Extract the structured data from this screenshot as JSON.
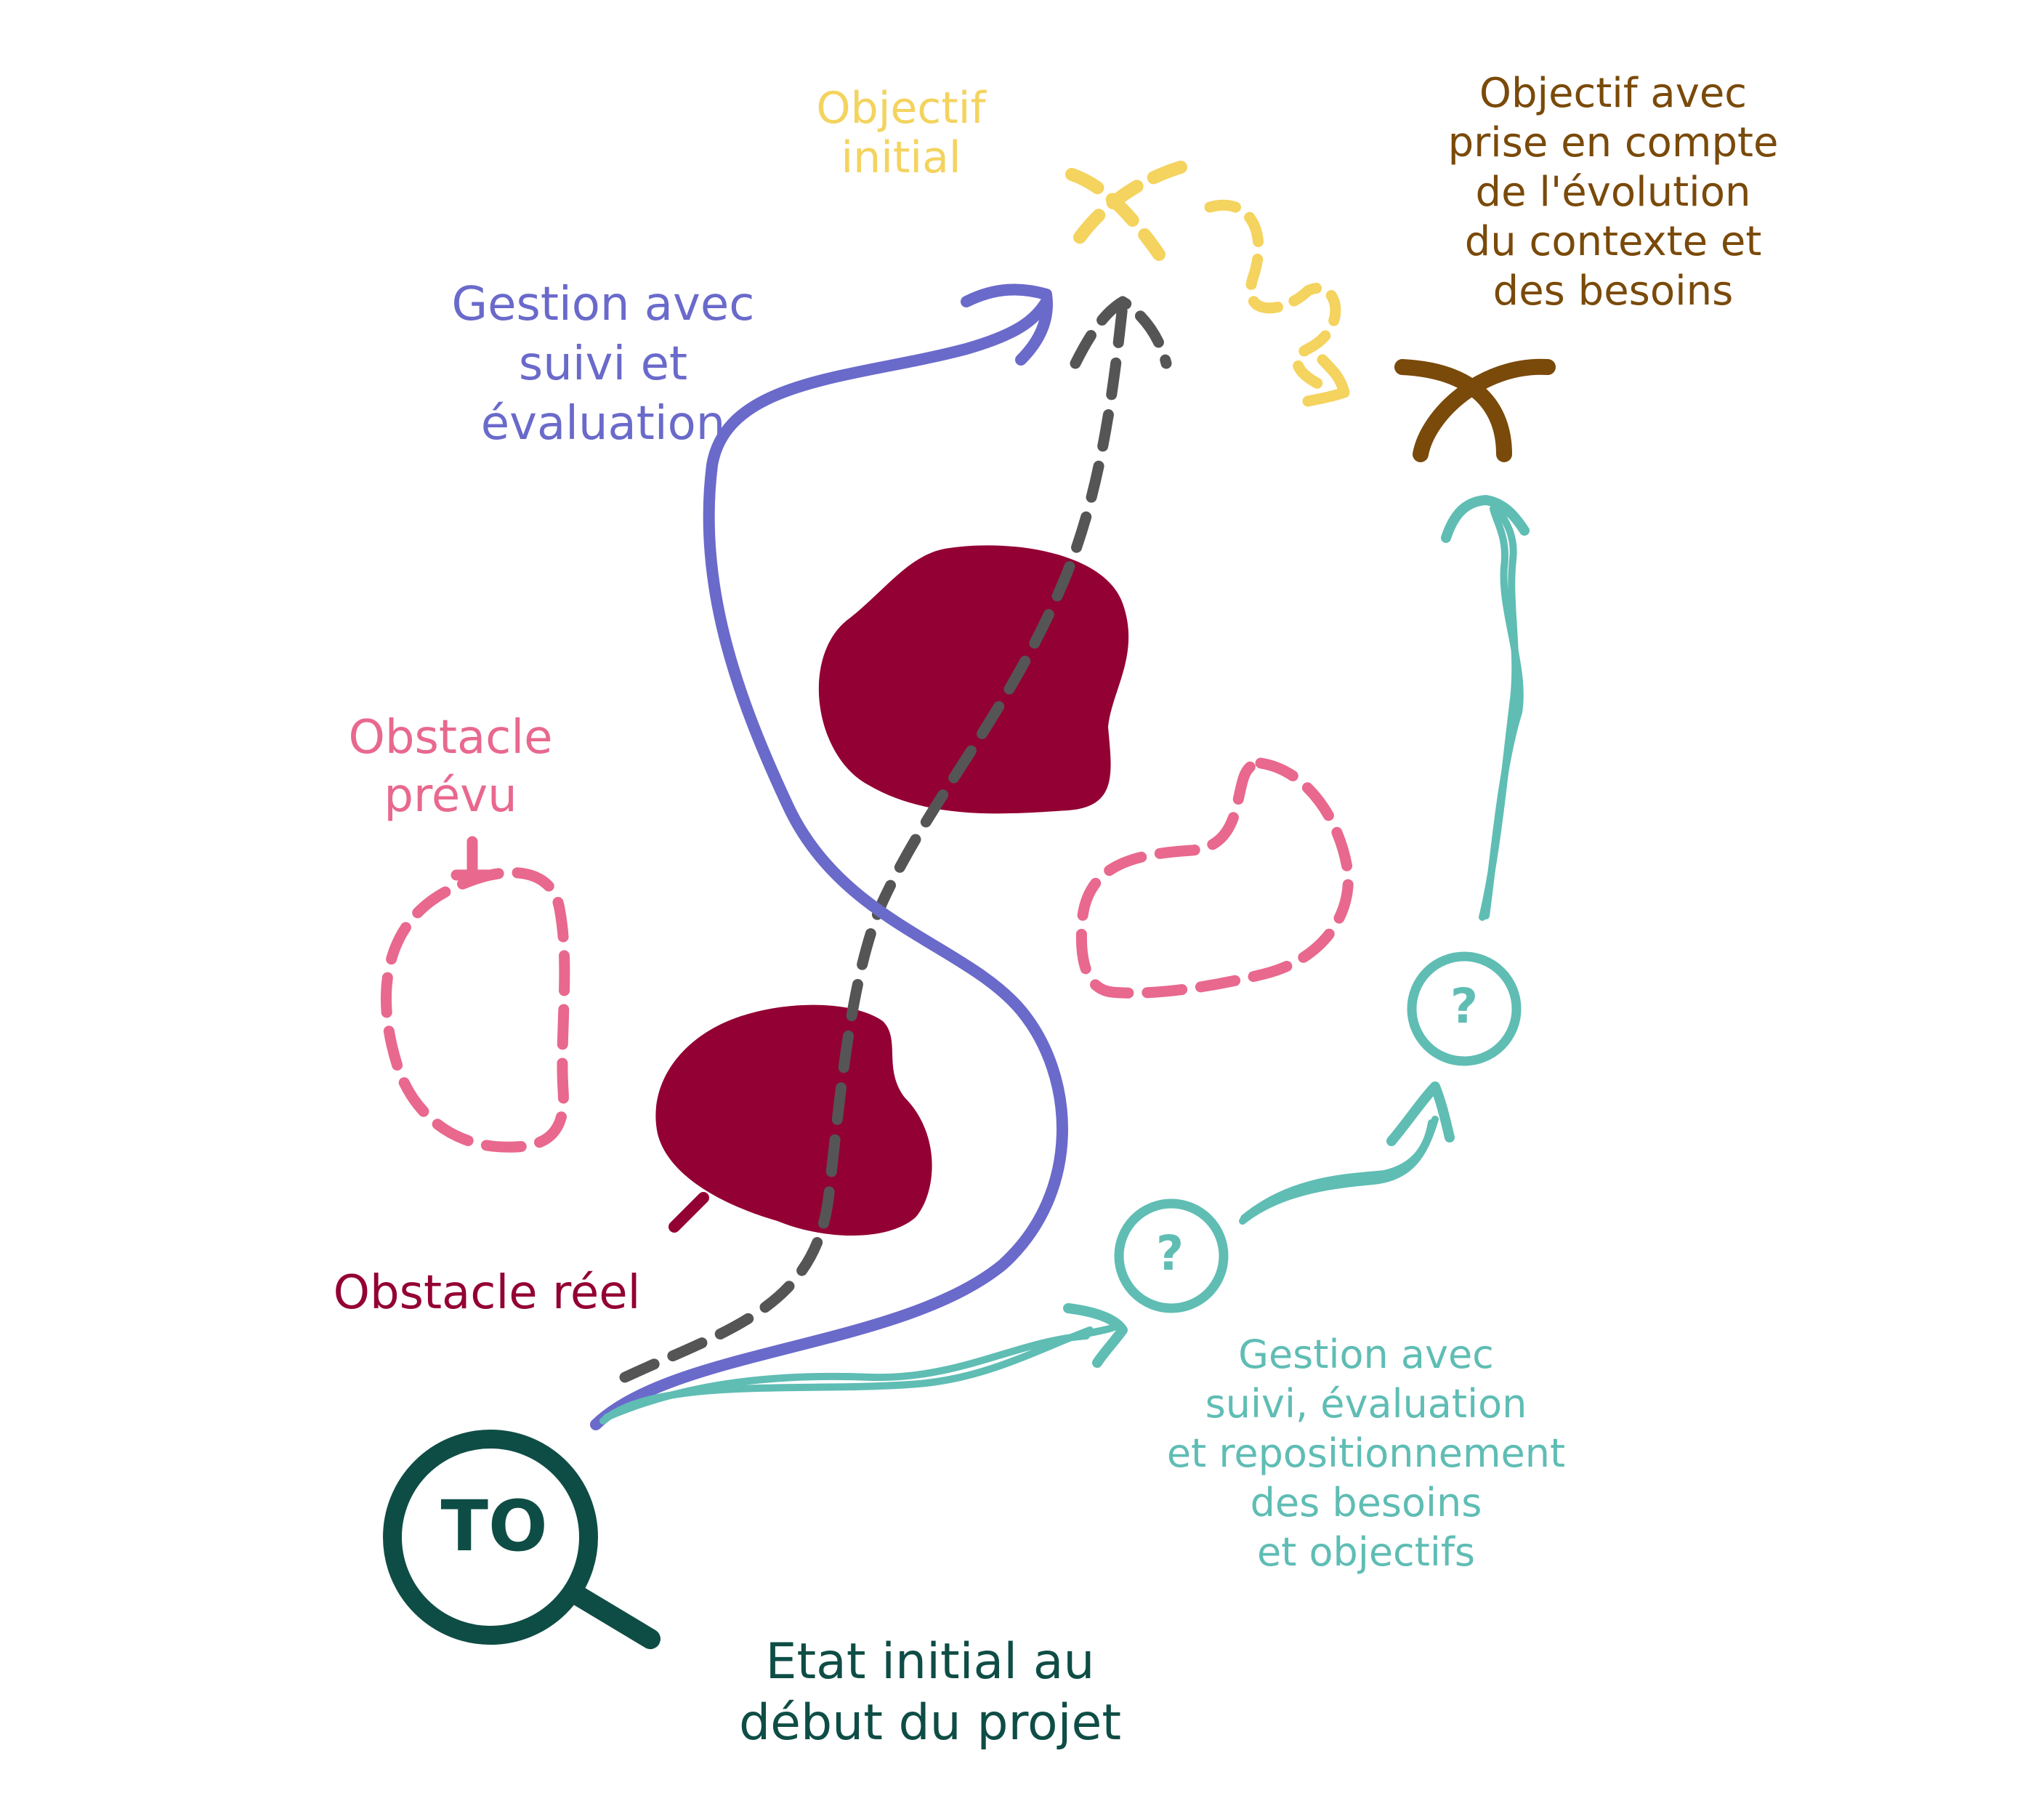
{
  "labels": {
    "initial_goal": [
      "Objectif",
      "initial"
    ],
    "evolved_goal": [
      "Objectif avec",
      "prise en compte",
      "de l'évolution",
      "du contexte et",
      "des besoins"
    ],
    "managed_path": [
      "Gestion avec",
      "suivi et",
      "évaluation"
    ],
    "planned_obstacle": [
      "Obstacle",
      "prévu"
    ],
    "real_obstacle": "Obstacle réel",
    "repositioned_path": [
      "Gestion avec",
      "suivi, évaluation",
      "et repositionnement",
      "des besoins",
      "et objectifs"
    ],
    "start_state": [
      "Etat initial au",
      "début du projet"
    ],
    "start_marker": "TO",
    "checkpoint_mark": "?"
  },
  "colors": {
    "initial_goal": "#f4d35e",
    "evolved_goal": "#7a4a0a",
    "managed_path": "#6a6acb",
    "planned_path": "#555555",
    "planned_obstacle": "#e8688e",
    "real_obstacle": "#930033",
    "repositioned_path": "#5fbdb4",
    "start_state": "#0e4d45"
  }
}
